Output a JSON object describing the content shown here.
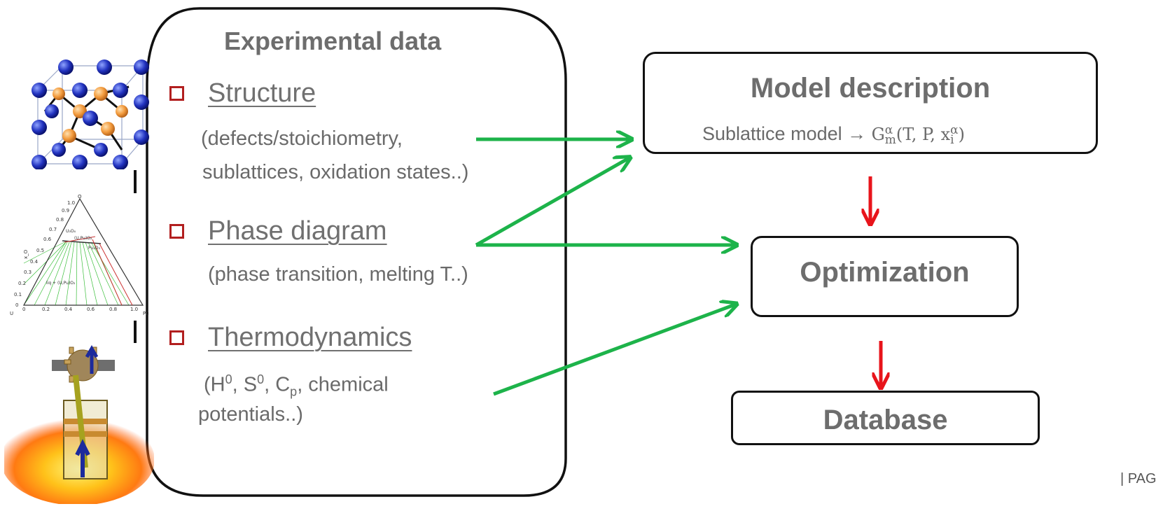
{
  "experimental": {
    "title": "Experimental data",
    "items": [
      {
        "label": "Structure",
        "detail_lines": [
          "(defects/stoichiometry,",
          "sublattices, oxidation states..)"
        ]
      },
      {
        "label": "Phase diagram",
        "detail_lines": [
          "(phase transition, melting T..)"
        ]
      },
      {
        "label": "Thermodynamics",
        "detail_line1": {
          "open": "(H",
          "h_sup": "0",
          "sep1": ", S",
          "s_sup": "0",
          "sep2": ", C",
          "c_sub": "p",
          "rest": ", chemical"
        },
        "detail_line2": "potentials..)"
      }
    ]
  },
  "model": {
    "title": "Model description",
    "formula_prefix": "Sublattice model → ",
    "formula_g": "G",
    "formula_g_sub": "m",
    "formula_alpha": "α",
    "formula_args": "(T, P, x",
    "formula_x_sub": "i",
    "formula_close": ")"
  },
  "optimization": {
    "title": "Optimization"
  },
  "database": {
    "title": "Database"
  },
  "footer": {
    "page_label": "| PAG"
  },
  "ternary": {
    "top_label": "O",
    "left_label": "U",
    "right_label": "Pu",
    "axis_label": "x_O",
    "x_ticks": [
      "0",
      "0.2",
      "0.4",
      "0.6",
      "0.8",
      "1.0"
    ],
    "y_ticks": [
      "0",
      "0.1",
      "0.2",
      "0.3",
      "0.4",
      "0.5",
      "0.6",
      "0.7",
      "0.8",
      "0.9",
      "1.0"
    ],
    "phase_labels": [
      "U₃O₈",
      "(U,Pu)O₂",
      "Pu₂O₃",
      "liq + (U,Pu)O₂"
    ]
  },
  "colors": {
    "arrow_green": "#1db34a",
    "arrow_red": "#e8141b",
    "bullet_red": "#b21f1f",
    "text_gray": "#6d6d6d",
    "atom_blue": "#1f2fb5",
    "atom_orange": "#f29a3c"
  },
  "icons": [
    "crystal-structure-icon",
    "ternary-phase-diagram-icon",
    "calorimeter-icon"
  ]
}
